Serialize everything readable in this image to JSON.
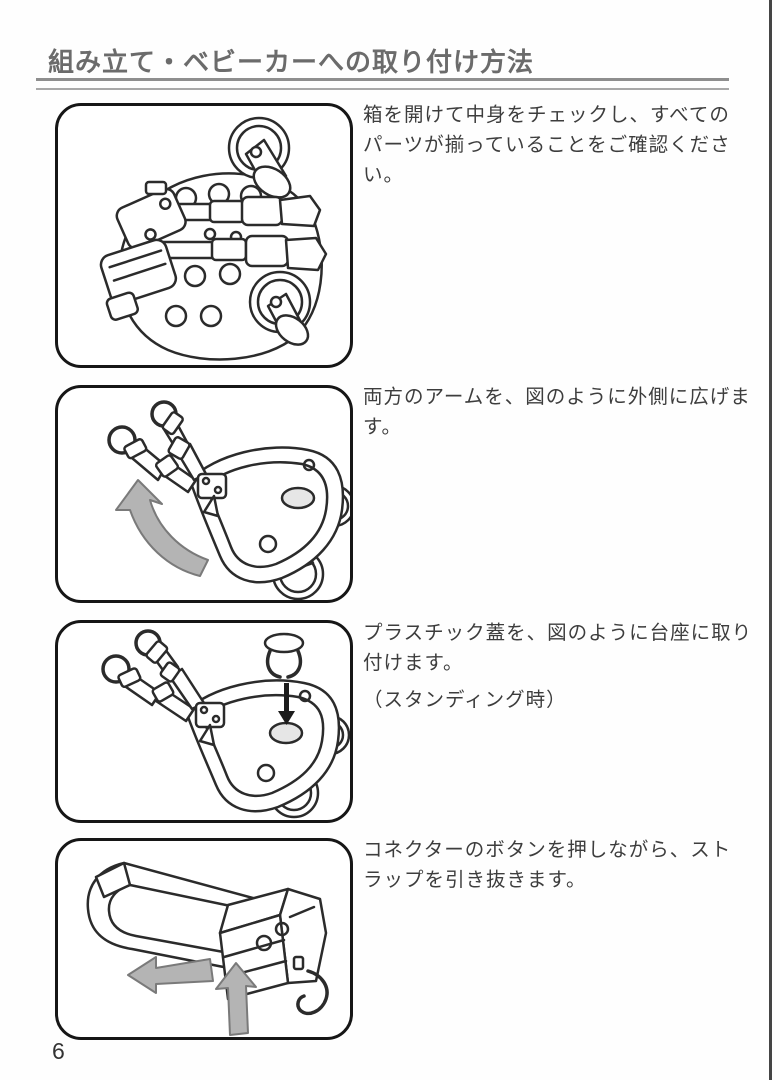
{
  "page": {
    "title": "組み立て・ベビーカーへの取り付け方法",
    "page_number": "6"
  },
  "steps": [
    {
      "illustration": "parts-overview-board-top-view",
      "lines": [
        "箱を開けて中身をチェックし、すべての",
        "パーツが揃っていることをご確認くださ",
        "い。"
      ]
    },
    {
      "illustration": "arms-spread-outward-with-curved-arrow",
      "lines": [
        "両方のアームを、図のように外側に広げま",
        "す。"
      ]
    },
    {
      "illustration": "plastic-cap-attach-to-base",
      "lines": [
        "プラスチック蓋を、図のように台座に取り",
        "付けます。",
        "（スタンディング時）"
      ]
    },
    {
      "illustration": "connector-button-strap-pull",
      "lines": [
        "コネクターのボタンを押しながら、スト",
        "ラップを引き抜きます。"
      ]
    }
  ],
  "colors": {
    "title_gray": "#6b6b6b",
    "rule_gray": "#8e8e8e",
    "line_art": "#2b2b2b",
    "arrow_gray": "#b4b4b4",
    "body_text": "#3d3d3d"
  }
}
